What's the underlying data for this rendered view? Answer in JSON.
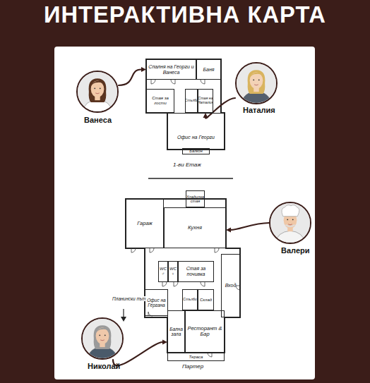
{
  "diagram": {
    "title": "ИНТЕРАКТИВНА КАРТА",
    "nodes": [
      {
        "text": [
          "Спалня на Георги и Ванеса"
        ]
      },
      {
        "text": [
          "Баня"
        ]
      },
      {
        "text": [
          "Ванеса"
        ]
      },
      {
        "text": [
          "Стая за гости"
        ]
      },
      {
        "text": [
          "Стълби"
        ]
      },
      {
        "text": [
          "Стая на Наталия"
        ]
      },
      {
        "text": [
          "Наталия"
        ]
      },
      {
        "text": [
          "Офис на Георги"
        ]
      },
      {
        "text": [
          "Балкон"
        ]
      },
      {
        "text": [
          "Хладилна стая"
        ]
      },
      {
        "text": [
          "Гараж"
        ]
      },
      {
        "text": [
          "Кухня"
        ]
      },
      {
        "text": [
          "Валери"
        ]
      },
      {
        "text": [
          "WC",
          "♂"
        ]
      },
      {
        "text": [
          "WC",
          "♀"
        ]
      },
      {
        "text": [
          "Стая за почивка"
        ]
      },
      {
        "text": [
          "Вход"
        ]
      },
      {
        "text": [
          "Офис на Гергана"
        ]
      },
      {
        "text": [
          "Стълби"
        ]
      },
      {
        "text": [
          "Склад"
        ]
      },
      {
        "text": [
          "Бална зала"
        ]
      },
      {
        "text": [
          "Ресторант & Бар"
        ]
      },
      {
        "text": [
          "Николай"
        ]
      },
      {
        "text": [
          "Тераса"
        ]
      }
    ],
    "edges": [
      {
        "from": 2,
        "to": 0,
        "arrow": "to"
      },
      {
        "from": 6,
        "to": 5,
        "arrow": "to"
      },
      {
        "from": 12,
        "to": 11,
        "arrow": "to"
      },
      {
        "from": 22,
        "to": 20,
        "arrow": "to"
      }
    ],
    "labels": [
      "1-ви Етаж",
      "Планински път",
      "Партер"
    ]
  }
}
